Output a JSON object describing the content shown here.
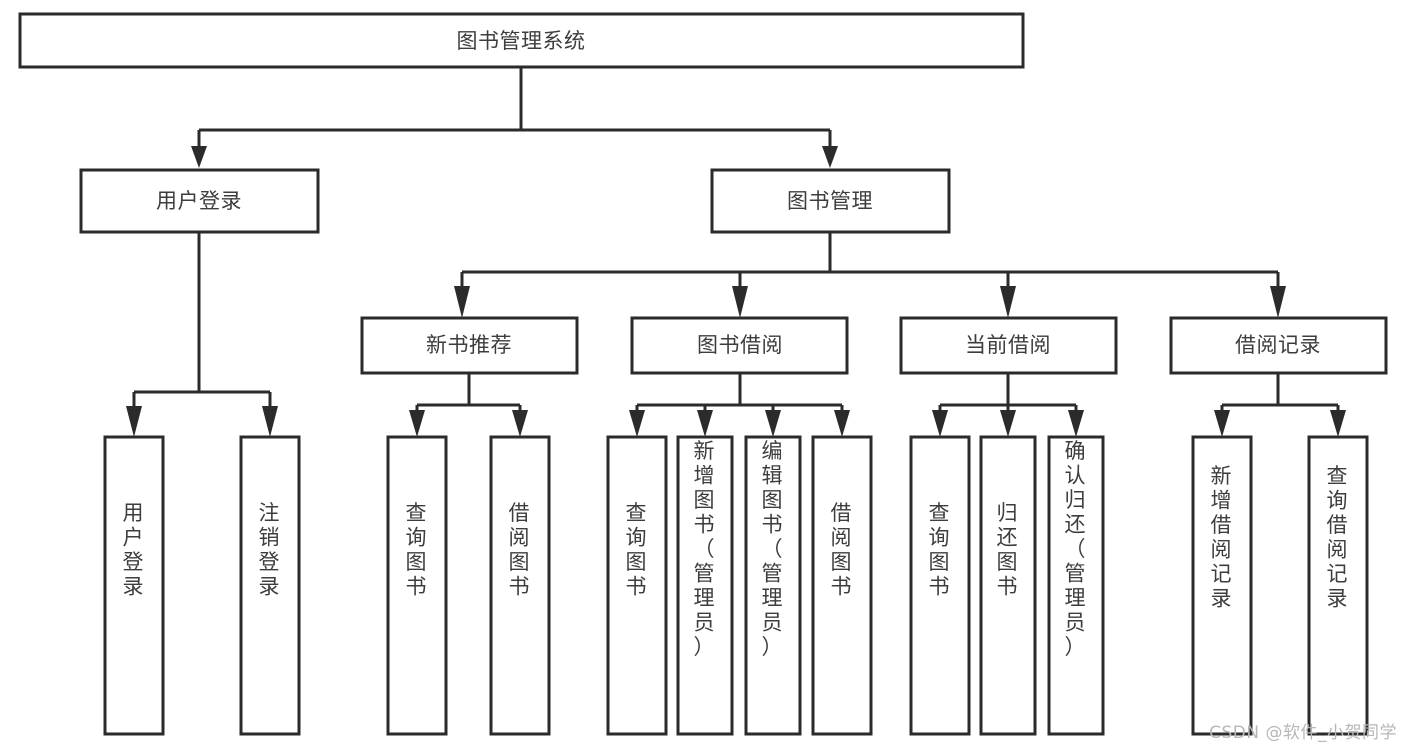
{
  "diagram": {
    "title": "图书管理系统",
    "type": "功能结构图",
    "root": {
      "id": "root",
      "label": "图书管理系统"
    },
    "level2": [
      {
        "id": "user-login",
        "label": "用户登录"
      },
      {
        "id": "book-manage",
        "label": "图书管理"
      }
    ],
    "level3": [
      {
        "id": "new-book-recommend",
        "label": "新书推荐",
        "parent": "book-manage"
      },
      {
        "id": "book-borrow",
        "label": "图书借阅",
        "parent": "book-manage"
      },
      {
        "id": "current-borrow",
        "label": "当前借阅",
        "parent": "book-manage"
      },
      {
        "id": "borrow-record",
        "label": "借阅记录",
        "parent": "book-manage"
      }
    ],
    "leaves": [
      {
        "id": "leaf-user-login",
        "label": "用户登录",
        "parent": "user-login"
      },
      {
        "id": "leaf-user-logout",
        "label": "注销登录",
        "parent": "user-login"
      },
      {
        "id": "leaf-query-book-1",
        "label": "查询图书",
        "parent": "new-book-recommend"
      },
      {
        "id": "leaf-borrow-book-1",
        "label": "借阅图书",
        "parent": "new-book-recommend"
      },
      {
        "id": "leaf-query-book-2",
        "label": "查询图书",
        "parent": "book-borrow"
      },
      {
        "id": "leaf-add-book",
        "label": "新增图书（管理员）",
        "parent": "book-borrow"
      },
      {
        "id": "leaf-edit-book",
        "label": "编辑图书（管理员）",
        "parent": "book-borrow"
      },
      {
        "id": "leaf-borrow-book-2",
        "label": "借阅图书",
        "parent": "book-borrow"
      },
      {
        "id": "leaf-query-book-3",
        "label": "查询图书",
        "parent": "current-borrow"
      },
      {
        "id": "leaf-return-book",
        "label": "归还图书",
        "parent": "current-borrow"
      },
      {
        "id": "leaf-confirm-return",
        "label": "确认归还（管理员）",
        "parent": "current-borrow"
      },
      {
        "id": "leaf-add-record",
        "label": "新增借阅记录",
        "parent": "borrow-record"
      },
      {
        "id": "leaf-query-record",
        "label": "查询借阅记录",
        "parent": "borrow-record"
      }
    ]
  },
  "watermark": {
    "text": "CSDN @软件_小贺同学"
  },
  "colors": {
    "stroke": "#2b2b2b",
    "text": "#3d3d3d",
    "background": "#ffffff",
    "watermark": "#b7b7b7"
  }
}
